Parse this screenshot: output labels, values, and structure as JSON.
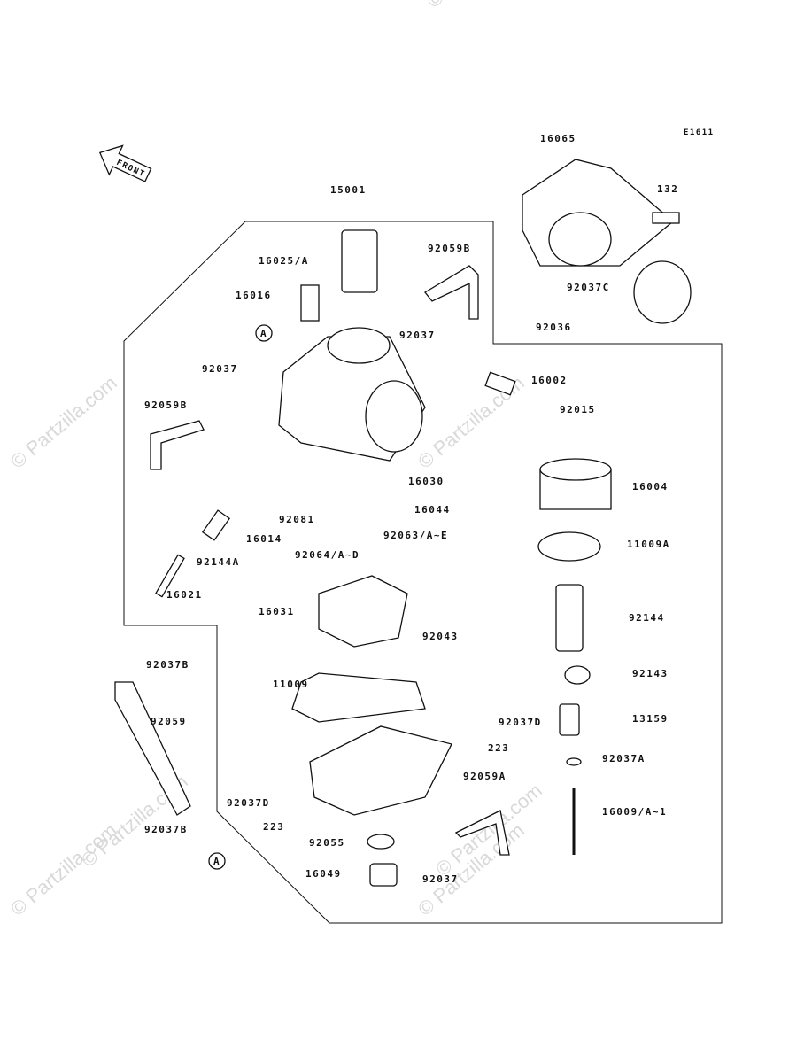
{
  "diagram_code": "E1611",
  "front_arrow": "FRONT",
  "watermark": "© Partzilla.com",
  "callouts": [
    "15001",
    "16065",
    "132",
    "16025/A",
    "92059B",
    "16016",
    "92037C",
    "92037",
    "92036",
    "92037",
    "16002",
    "92059B",
    "92015",
    "16030",
    "16004",
    "92081",
    "16044",
    "16014",
    "92063/A~E",
    "11009A",
    "92144A",
    "92064/A~D",
    "16021",
    "16031",
    "92144",
    "92043",
    "92037B",
    "92143",
    "11009",
    "13159",
    "92059",
    "92037D",
    "223",
    "92037A",
    "92037D",
    "16009/A~1",
    "223",
    "92037B",
    "92059A",
    "92055",
    "16049",
    "92037"
  ],
  "reference_marks": [
    "A",
    "A"
  ]
}
